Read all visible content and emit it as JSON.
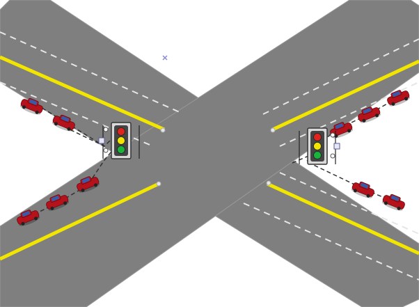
{
  "scene": {
    "background_color": "#ffffff",
    "road_color": "#7f7f7f",
    "road_edge_color": "#9a9a9a",
    "center_line_color": "#f2e600",
    "lane_dash_color": "#e6e6e6",
    "car_body_color": "#b5121b",
    "car_window_color": "#3a5aa8",
    "signal_housing_color": "#d9d9d9",
    "signal_lamp_colors": [
      "#e0231b",
      "#f2e600",
      "#18b43c"
    ],
    "sensor_color": "#e8e8f4",
    "detection_line_color": "#333333"
  },
  "roads": [
    {
      "name": "road-northwest-southeast"
    },
    {
      "name": "road-southwest-northeast"
    }
  ],
  "traffic_signals": [
    {
      "name": "west-traffic-signal",
      "lamps": [
        "red",
        "yellow",
        "green"
      ],
      "active": "all"
    },
    {
      "name": "east-traffic-signal",
      "lamps": [
        "red",
        "yellow",
        "green"
      ],
      "active": "all"
    }
  ],
  "vehicles": {
    "west_queue_upper": 2,
    "west_queue_lower": 3,
    "east_queue_upper": 3,
    "east_queue_lower": 2
  }
}
